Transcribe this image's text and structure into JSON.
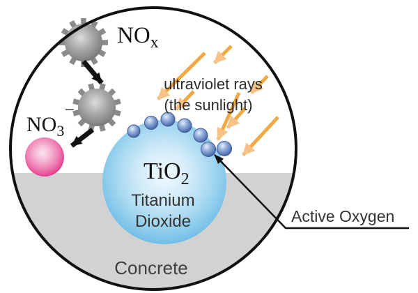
{
  "diagram": {
    "title_context": "photocatalytic concrete magnified view",
    "labels": {
      "nox": {
        "main": "NO",
        "sub": "x"
      },
      "no3": {
        "main": "NO",
        "sub": "3",
        "sup": "−"
      },
      "tio2": {
        "main": "TiO",
        "sub": "2"
      },
      "tio2_name_line1": "Titanium",
      "tio2_name_line2": "Dioxide",
      "uv_line1": "ultraviolet rays",
      "uv_line2": "(the sunlight)",
      "active_oxygen": "Active Oxygen",
      "concrete": "Concrete"
    },
    "colors": {
      "uv_arrow": "#f2a843",
      "uv_arrow_head": "#f6c288",
      "tio2_sphere_edge": "#5db1de",
      "active_oxygen_sphere": "#5878b5",
      "nox_molecule": "#8c8c8c",
      "no3_sphere_edge": "#e12c84",
      "concrete": "#d2d2d2",
      "outline": "#111111"
    }
  }
}
